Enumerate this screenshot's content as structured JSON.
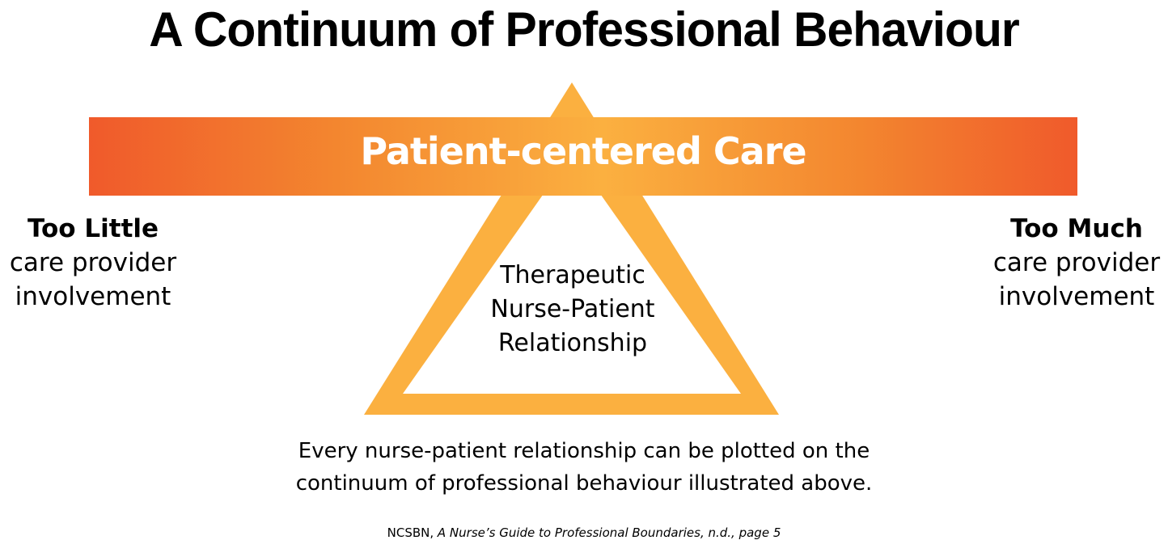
{
  "title": "A Continuum of Professional Behaviour",
  "bar": {
    "label": "Patient-centered Care",
    "edge_color": "#f05a2b",
    "center_color": "#fbb040"
  },
  "triangle": {
    "label_lines": [
      "Therapeutic",
      "Nurse-Patient",
      "Relationship"
    ],
    "color": "#fbb040"
  },
  "left": {
    "heading": "Too Little",
    "lines": [
      "care provider",
      "involvement"
    ]
  },
  "right": {
    "heading": "Too Much",
    "lines": [
      "care provider",
      "involvement"
    ]
  },
  "caption": [
    "Every nurse-patient relationship can be plotted on the",
    "continuum of professional behaviour illustrated above."
  ],
  "citation": {
    "prefix": "NCSBN, ",
    "title": "A Nurse’s Guide to Professional Boundaries, n.d., page 5"
  }
}
